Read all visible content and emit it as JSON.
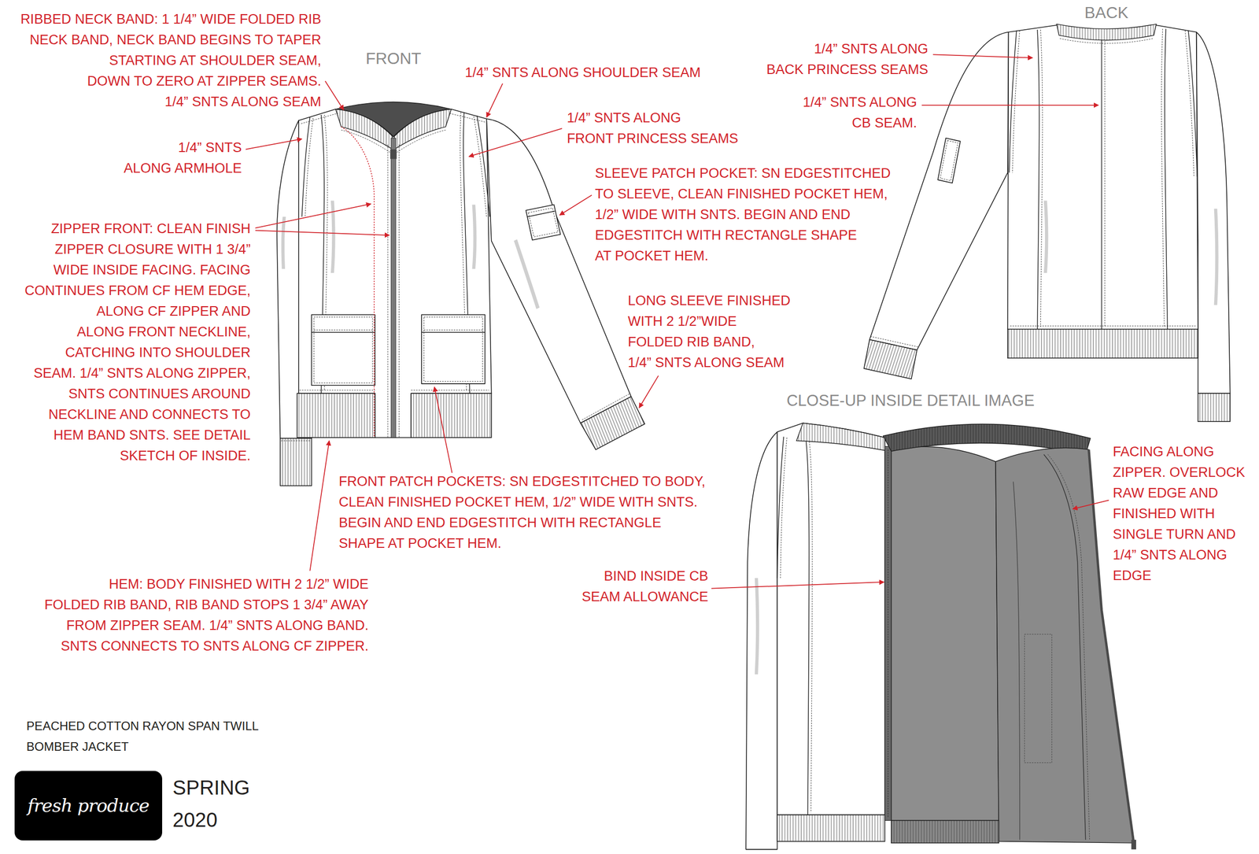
{
  "diagram": {
    "nodes": [
      {
        "text": [
          "fresh produce"
        ]
      }
    ],
    "labels": [
      "FRONT",
      "RIBBED NECK BAND: 1 1/4” WIDE FOLDED RIB NECK BAND, NECK BAND BEGINS TO TAPER STARTING AT SHOULDER SEAM, DOWN TO ZERO AT ZIPPER SEAMS. 1/4” SNTS ALONG SEAM",
      "1/4” SNTS ALONG SHOULDER SEAM",
      "1/4” SNTS ALONG FRONT PRINCESS SEAMS",
      "1/4” SNTS ALONG ARMHOLE",
      "SLEEVE PATCH POCKET: SN EDGESTITCHED TO SLEEVE, CLEAN FINISHED POCKET HEM, 1/2” WIDE WITH SNTS. BEGIN AND END EDGESTITCH WITH RECTANGLE SHAPE AT POCKET HEM.",
      "ZIPPER FRONT: CLEAN FINISH ZIPPER CLOSURE WITH 1 3/4” WIDE INSIDE FACING. FACING CONTINUES FROM CF HEM EDGE, ALONG CF ZIPPER AND ALONG FRONT NECKLINE, CATCHING INTO SHOULDER SEAM. 1/4” SNTS ALONG ZIPPER, SNTS CONTINUES AROUND NECKLINE AND CONNECTS TO HEM BAND SNTS. SEE DETAIL SKETCH OF INSIDE.",
      "LONG SLEEVE FINISHED WITH 2 1/2”WIDE FOLDED RIB BAND, 1/4” SNTS ALONG SEAM",
      "FRONT PATCH POCKETS: SN EDGESTITCHED TO BODY, CLEAN FINISHED POCKET HEM, 1/2” WIDE WITH SNTS. BEGIN AND END EDGESTITCH WITH RECTANGLE SHAPE AT POCKET HEM.",
      "HEM: BODY FINISHED WITH 2 1/2” WIDE FOLDED RIB BAND, RIB BAND STOPS 1 3/4” AWAY FROM ZIPPER SEAM. 1/4” SNTS ALONG BAND. SNTS CONNECTS TO SNTS ALONG CF ZIPPER.",
      "PEACHED COTTON RAYON SPAN TWILL BOMBER JACKET",
      "SPRING 2020",
      "BACK",
      "1/4” SNTS ALONG BACK PRINCESS SEAMS",
      "1/4” SNTS ALONG CB SEAM.",
      "CLOSE-UP INSIDE DETAIL IMAGE",
      "FACING ALONG ZIPPER. OVERLOCK RAW EDGE AND FINISHED WITH SINGLE TURN AND 1/4” SNTS ALONG EDGE",
      "BIND INSIDE CB SEAM ALLOWANCE"
    ]
  }
}
